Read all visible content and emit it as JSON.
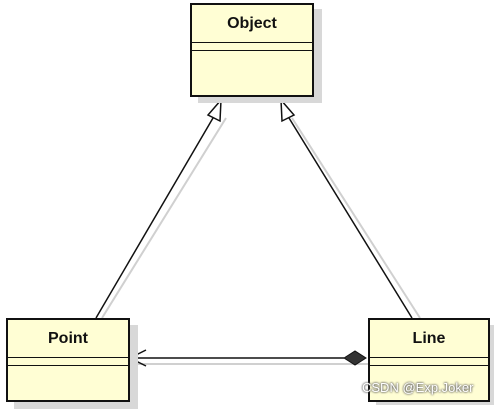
{
  "classes": {
    "object": {
      "name": "Object"
    },
    "point": {
      "name": "Point"
    },
    "line": {
      "name": "Line"
    }
  },
  "relations": [
    {
      "type": "generalization",
      "from": "Point",
      "to": "Object"
    },
    {
      "type": "generalization",
      "from": "Line",
      "to": "Object"
    },
    {
      "type": "composition",
      "from": "Line",
      "to": "Point"
    }
  ],
  "colors": {
    "class_fill": "#fffed4",
    "line": "#111111",
    "shadow": "#d8d8d8"
  },
  "watermark": "CSDN @Exp.Joker"
}
